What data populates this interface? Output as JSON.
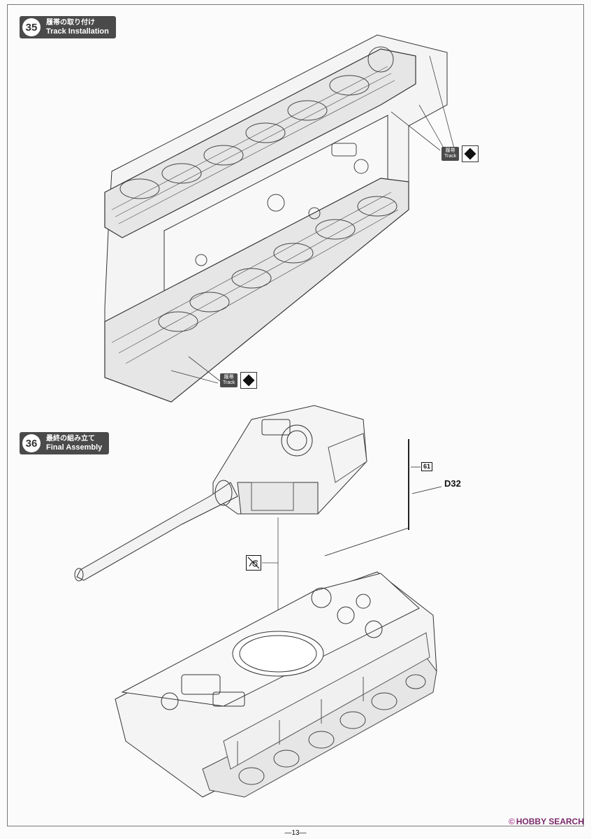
{
  "steps": [
    {
      "number": "35",
      "title_jp": "履帯の取り付け",
      "title_en": "Track Installation"
    },
    {
      "number": "36",
      "title_jp": "最終の組み立て",
      "title_en": "Final Assembly"
    }
  ],
  "callouts": {
    "track_jp": "履帯",
    "track_en": "Track"
  },
  "parts": {
    "part_number": "61",
    "part_code": "D32"
  },
  "footer": {
    "page_number": "—13—"
  },
  "watermark": {
    "mark": "©",
    "text": "HOBBY SEARCH"
  },
  "icons": {
    "track_marker": "diamond-icon",
    "no_glue": "no-glue-icon"
  }
}
